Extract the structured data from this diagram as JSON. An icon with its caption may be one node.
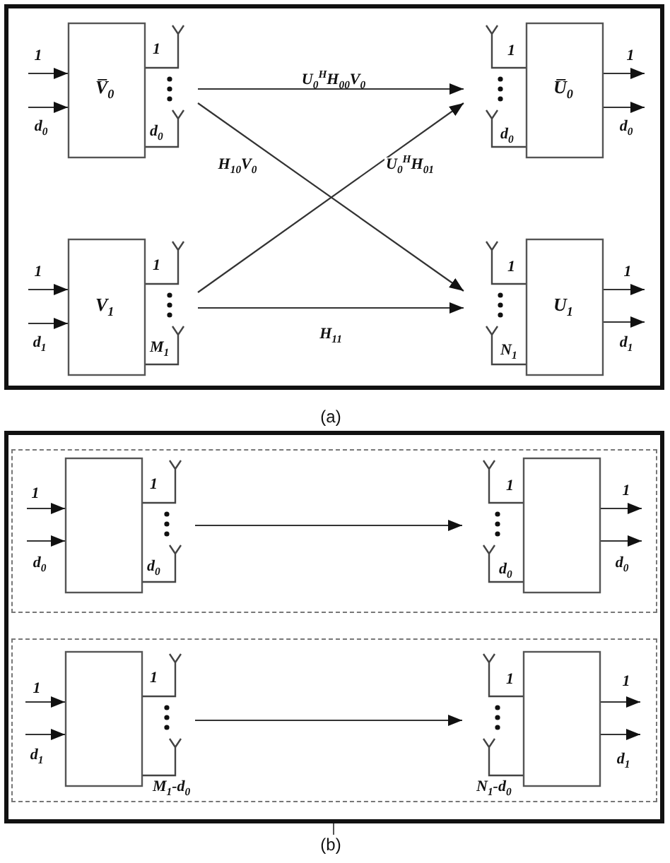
{
  "diagram": {
    "nodes": [
      {
        "text": [],
        "shape": "box",
        "beside": [
          "(a)"
        ]
      },
      {
        "text": [
          "V̅$_{0}$"
        ],
        "in": 0,
        "beside": [
          "1",
          "d$_{0}$"
        ]
      },
      {
        "text": [
          "U̅$_{0}$"
        ],
        "in": 0,
        "beside": [
          "1",
          "d$_{0}$"
        ]
      },
      {
        "text": [
          "V$_{1}$"
        ],
        "in": 0,
        "beside": [
          "1",
          "M$_{1}$"
        ]
      },
      {
        "text": [
          "U$_{1}$"
        ],
        "in": 0,
        "beside": [
          "1",
          "N$_{1}$"
        ]
      },
      {
        "text": [],
        "shape": "box",
        "beside": [
          "(b)"
        ]
      },
      {
        "text": [],
        "shape": "box",
        "in": 5
      },
      {
        "text": [],
        "shape": "box",
        "in": 6,
        "beside": [
          "1",
          "d$_{0}$"
        ]
      },
      {
        "text": [],
        "shape": "box",
        "in": 6,
        "beside": [
          "1",
          "d$_{0}$"
        ]
      },
      {
        "text": [],
        "shape": "box",
        "in": 5
      },
      {
        "text": [],
        "shape": "box",
        "in": 9,
        "beside": [
          "1",
          "M$_{1}$-d$_{0}$"
        ]
      },
      {
        "text": [],
        "shape": "box",
        "in": 9,
        "beside": [
          "1",
          "N$_{1}$-d$_{0}$"
        ]
      }
    ],
    "edges": [
      {
        "from": 1,
        "to": 2,
        "arrow": "to",
        "label": "U$_{0}$$^{H}$H$_{00}$V$_{0}$"
      },
      {
        "from": 1,
        "to": 4,
        "arrow": "to",
        "label": "H$_{10}$V$_{0}$"
      },
      {
        "from": 3,
        "to": 2,
        "arrow": "to",
        "label": "U$_{0}$$^{H}$H$_{01}$"
      },
      {
        "from": 3,
        "to": 4,
        "arrow": "to",
        "label": "H$_{11}$"
      },
      {
        "from": null,
        "to": 1,
        "arrow": "to",
        "label": "1"
      },
      {
        "from": null,
        "to": 1,
        "arrow": "to",
        "label": "d$_{0}$"
      },
      {
        "from": null,
        "to": 3,
        "arrow": "to",
        "label": "1"
      },
      {
        "from": null,
        "to": 3,
        "arrow": "to",
        "label": "d$_{1}$"
      },
      {
        "from": 2,
        "to": null,
        "arrow": "to",
        "label": "1"
      },
      {
        "from": 2,
        "to": null,
        "arrow": "to",
        "label": "d$_{0}$"
      },
      {
        "from": 4,
        "to": null,
        "arrow": "to",
        "label": "1"
      },
      {
        "from": 4,
        "to": null,
        "arrow": "to",
        "label": "d$_{1}$"
      },
      {
        "from": 7,
        "to": 8,
        "arrow": "to"
      },
      {
        "from": null,
        "to": 7,
        "arrow": "to",
        "label": "1"
      },
      {
        "from": null,
        "to": 7,
        "arrow": "to",
        "label": "d$_{0}$"
      },
      {
        "from": 8,
        "to": null,
        "arrow": "to",
        "label": "1"
      },
      {
        "from": 8,
        "to": null,
        "arrow": "to",
        "label": "d$_{0}$"
      },
      {
        "from": 10,
        "to": 11,
        "arrow": "to"
      },
      {
        "from": null,
        "to": 10,
        "arrow": "to",
        "label": "1"
      },
      {
        "from": null,
        "to": 10,
        "arrow": "to",
        "label": "d$_{1}$"
      },
      {
        "from": 11,
        "to": null,
        "arrow": "to",
        "label": "1"
      },
      {
        "from": 11,
        "to": null,
        "arrow": "to",
        "label": "d$_{1}$"
      }
    ]
  }
}
